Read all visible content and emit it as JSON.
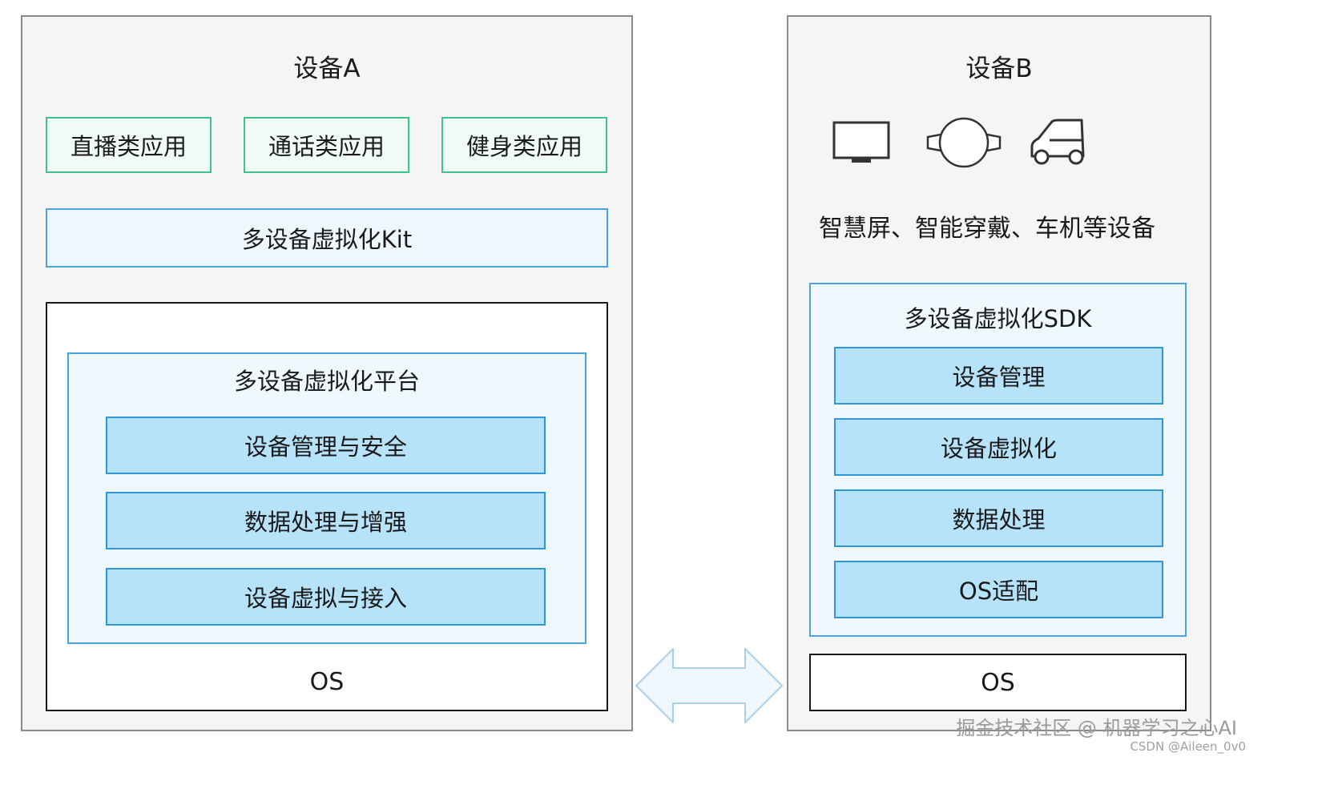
{
  "device_a": {
    "title": "设备A",
    "apps": [
      {
        "label": "直播类应用"
      },
      {
        "label": "通话类应用"
      },
      {
        "label": "健身类应用"
      }
    ],
    "kit_label": "多设备虚拟化Kit",
    "platform": {
      "title": "多设备虚拟化平台",
      "modules": [
        {
          "label": "设备管理与安全"
        },
        {
          "label": "数据处理与增强"
        },
        {
          "label": "设备虚拟与接入"
        }
      ]
    },
    "os_label": "OS"
  },
  "device_b": {
    "title": "设备B",
    "icons": [
      "smart-screen-icon",
      "wearable-watch-icon",
      "car-icon"
    ],
    "devices_caption": "智慧屏、智能穿戴、车机等设备",
    "sdk": {
      "title": "多设备虚拟化SDK",
      "modules": [
        {
          "label": "设备管理"
        },
        {
          "label": "设备虚拟化"
        },
        {
          "label": "数据处理"
        },
        {
          "label": "OS适配"
        }
      ]
    },
    "os_label": "OS"
  },
  "watermark": "掘金技术社区 @ 机器学习之心AI",
  "credit": "CSDN @Aileen_0v0",
  "colors": {
    "panel_bg": "#f5f5f5",
    "app_border": "#3ec28f",
    "kit_border": "#4aa3e0",
    "module_fill": "#b7e3fa",
    "arrow_fill": "#eef7fd",
    "arrow_stroke": "#a9cfea"
  }
}
